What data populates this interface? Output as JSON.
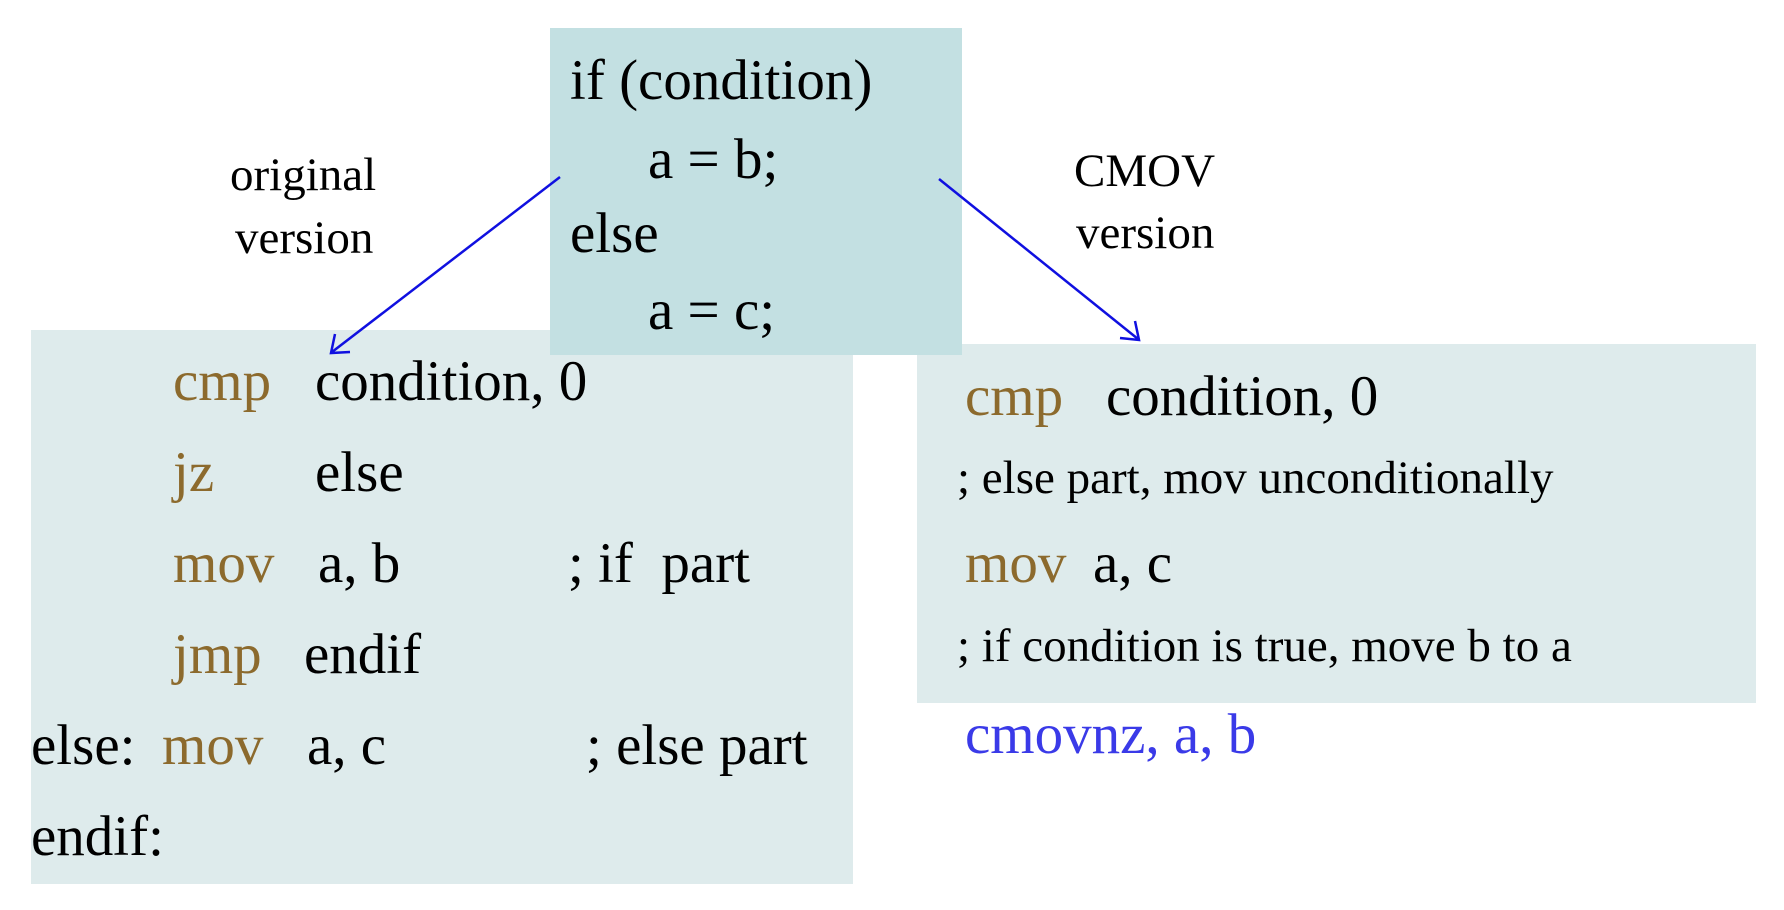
{
  "source": {
    "lines": [
      "if (condition)",
      "a = b;",
      "else",
      "a = c;"
    ]
  },
  "labels": {
    "original": [
      "original",
      "version"
    ],
    "cmov": [
      "CMOV",
      "version"
    ]
  },
  "original_code": [
    {
      "label": "",
      "op": "cmp",
      "args": "condition, 0",
      "comment": ""
    },
    {
      "label": "",
      "op": "jz",
      "args": "else",
      "comment": ""
    },
    {
      "label": "",
      "op": "mov",
      "args": "a, b",
      "comment": "; if  part"
    },
    {
      "label": "",
      "op": "jmp",
      "args": "endif",
      "comment": ""
    },
    {
      "label": "else:",
      "op": "mov",
      "args": "a, c",
      "comment": "; else part"
    },
    {
      "label": "endif:",
      "op": "",
      "args": "",
      "comment": ""
    }
  ],
  "cmov_code": {
    "cmp_op": "cmp",
    "cmp_args": "condition, 0",
    "comment1": "; else part, mov unconditionally",
    "mov_op": "mov",
    "mov_args": "a, c",
    "comment2": "; if condition is true, move b to a",
    "cmov": "cmovnz, a, b"
  },
  "colors": {
    "keyword": "#8c6a2d",
    "cmov": "#3a3ae8",
    "arrow": "#1010e0",
    "source_box": "#c3e0e2",
    "code_box": "#deebec"
  }
}
